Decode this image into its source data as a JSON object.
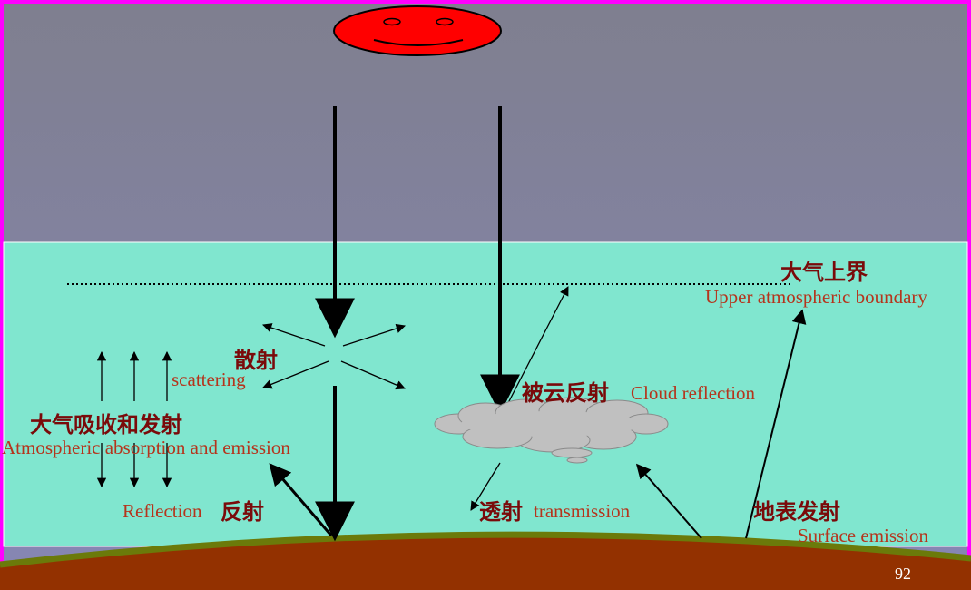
{
  "colors": {
    "sky_top": "#7f7f8f",
    "sky_bottom": "#8686b4",
    "atmosphere": "#80e6cf",
    "ground": "#933100",
    "ground_edge": "#6b7a0a",
    "sun": "#ff0000",
    "cloud": "#c0c0c0",
    "zh_text": "#7a0a0a",
    "en_text": "#b5341c",
    "frame": "#ff00ff"
  },
  "labels": {
    "upper_boundary_zh": "大气上界",
    "upper_boundary_en": "Upper atmospheric boundary",
    "scattering_zh": "散射",
    "scattering_en": "scattering",
    "cloud_reflection_zh": "被云反射",
    "cloud_reflection_en": "Cloud reflection",
    "absorption_zh": "大气吸收和发射",
    "absorption_en": "Atmospheric absorption and emission",
    "reflection_en": "Reflection",
    "reflection_zh": "反射",
    "transmission_zh": "透射",
    "transmission_en": "transmission",
    "surface_emission_zh": "地表发射",
    "surface_emission_en": "Surface emission"
  },
  "page_number": "92"
}
